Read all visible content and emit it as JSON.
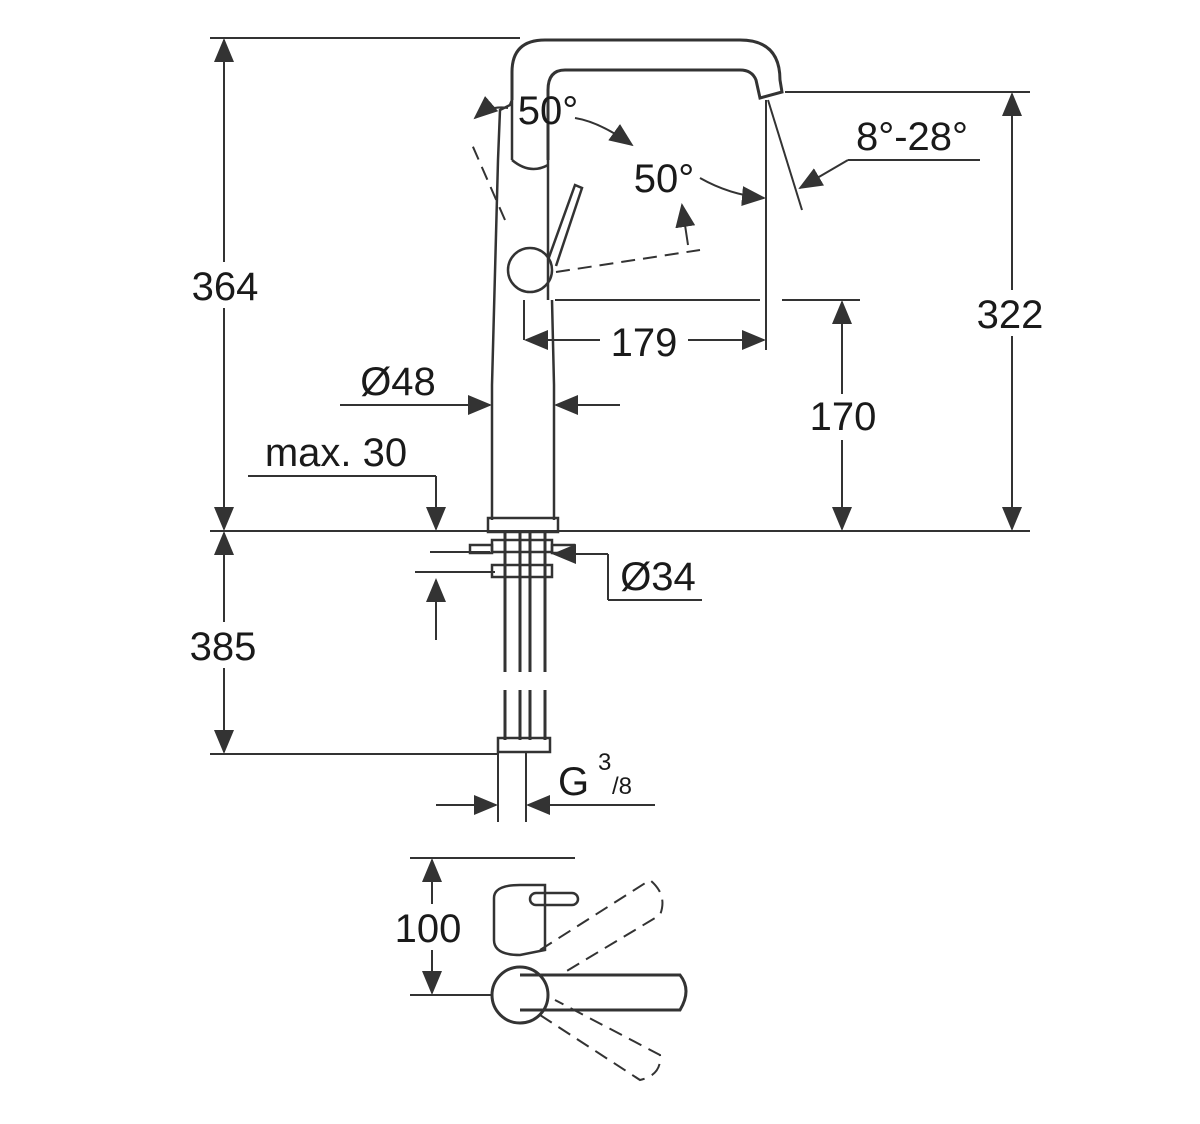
{
  "dimensions": {
    "total_height": "364",
    "spout_height": "322",
    "reach": "179",
    "lever_height": "170",
    "body_diameter": "Ø48",
    "max_deck": "max. 30",
    "shank_diameter": "Ø34",
    "hose_length": "385",
    "connection_main": "G",
    "connection_sup": "3",
    "connection_sub": "/8",
    "lever_angle_1": "50°",
    "lever_angle_2": "50°",
    "spout_tilt": "8°-28°",
    "plan_depth": "100"
  },
  "colors": {
    "line": "#333333",
    "background": "#ffffff"
  }
}
